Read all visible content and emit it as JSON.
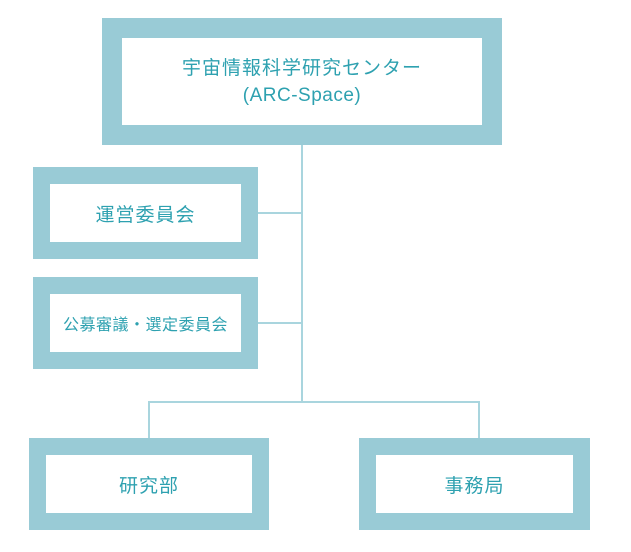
{
  "colors": {
    "box_border": "#99CBD6",
    "connector_line": "#A9D5DE",
    "text": "#2EA1B0",
    "background": "#FFFFFF"
  },
  "org_chart": {
    "type": "organization-chart",
    "root": {
      "label": "宇宙情報科学研究センター",
      "sublabel": "(ARC-Space)"
    },
    "committees": [
      {
        "label": "運営委員会"
      },
      {
        "label": "公募審議・選定委員会"
      }
    ],
    "departments": [
      {
        "label": "研究部"
      },
      {
        "label": "事務局"
      }
    ]
  }
}
